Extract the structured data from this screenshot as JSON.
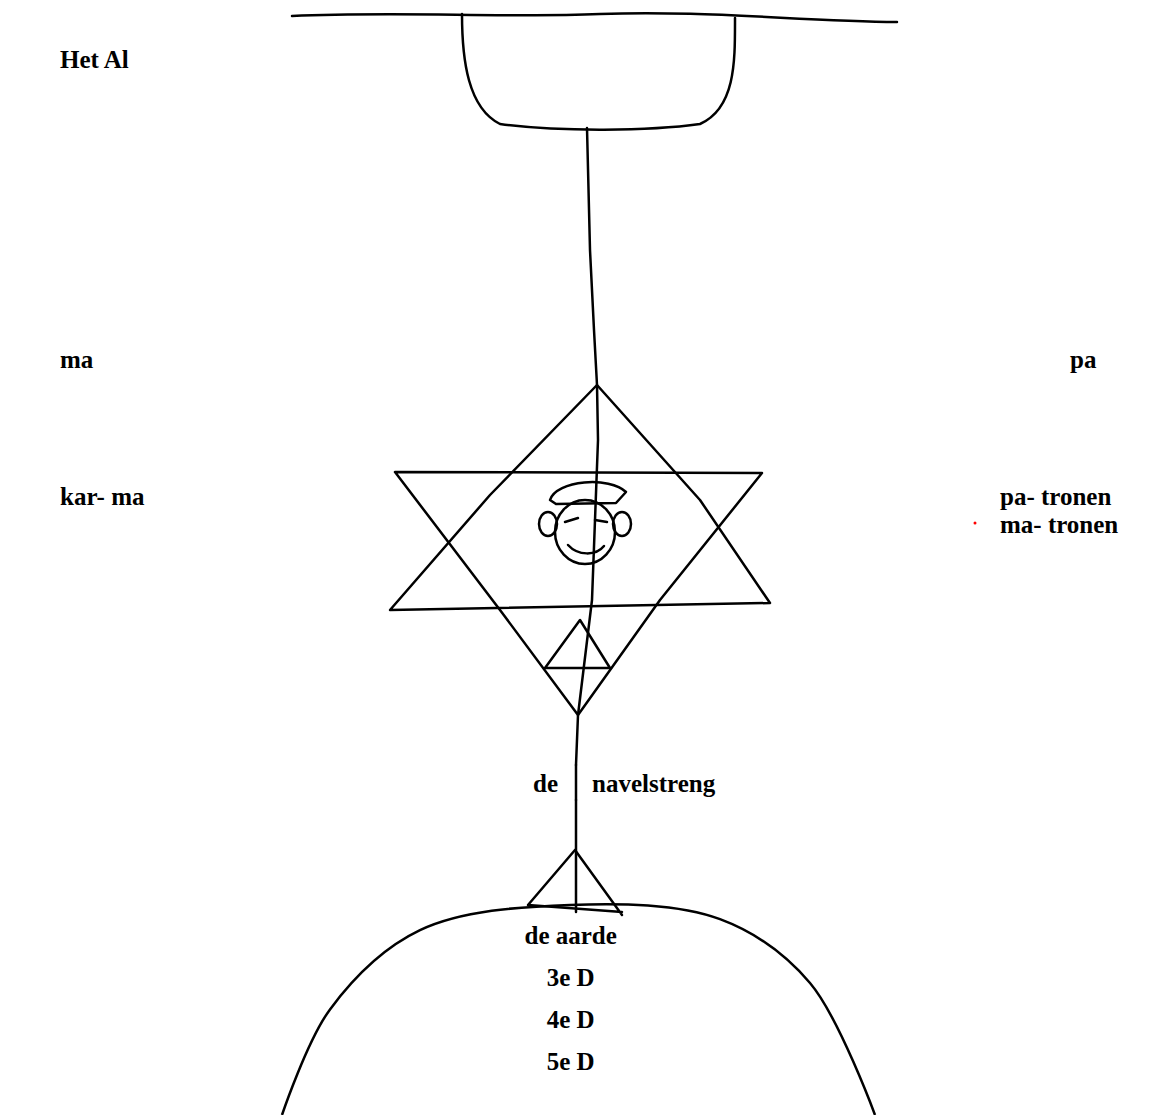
{
  "diagram": {
    "nodes": [
      {
        "text": [
          "de aarde",
          "3e D",
          "4e D",
          "5e D"
        ]
      }
    ],
    "labels": [
      "Het Al",
      "ma",
      "pa",
      "kar- ma",
      "pa- tronen",
      "ma- tronen",
      "de",
      "navelstreng"
    ]
  }
}
